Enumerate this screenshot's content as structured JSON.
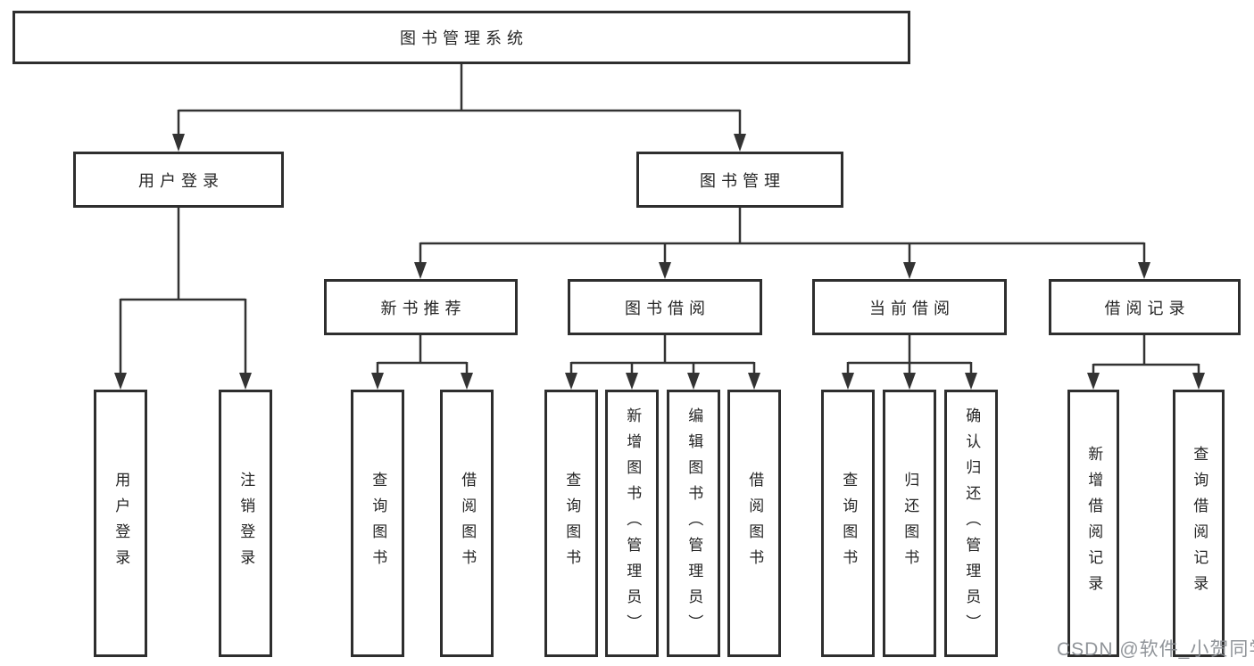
{
  "diagram": {
    "title": "图书管理系统",
    "level2": [
      {
        "label": "用户登录"
      },
      {
        "label": "图书管理"
      }
    ],
    "level3": [
      {
        "label": "新书推荐"
      },
      {
        "label": "图书借阅"
      },
      {
        "label": "当前借阅"
      },
      {
        "label": "借阅记录"
      }
    ],
    "leaves": {
      "user_login": [
        "用户登录",
        "注销登录"
      ],
      "new_book": [
        "查询图书",
        "借阅图书"
      ],
      "book_borrow": [
        "查询图书",
        "新增图书（管理员）",
        "编辑图书（管理员）",
        "借阅图书"
      ],
      "current_borrow": [
        "查询图书",
        "归还图书",
        "确认归还（管理员）"
      ],
      "borrow_records": [
        "新增借阅记录",
        "查询借阅记录"
      ]
    }
  },
  "watermark": {
    "text": "CSDN @软件_小贺同学"
  },
  "colors": {
    "line": "#333333",
    "box_border": "#2e2e2e",
    "text": "#252525",
    "watermark": "#8a8e94",
    "background": "#ffffff"
  }
}
